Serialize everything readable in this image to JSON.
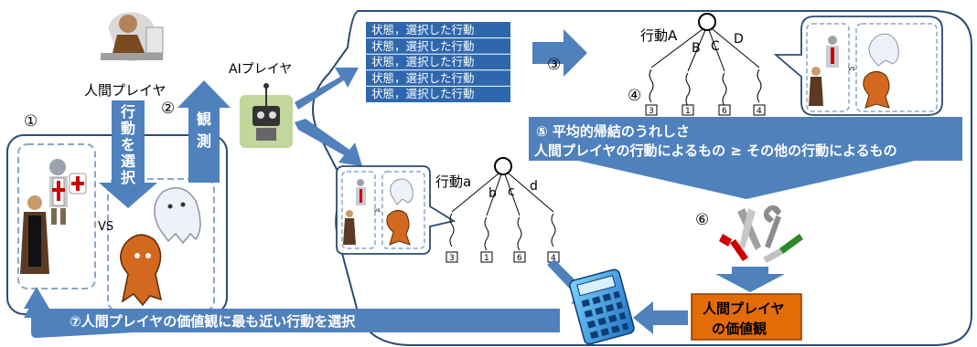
{
  "labels": {
    "human_player": "人間プレイヤ",
    "ai_player": "AIプレイヤ",
    "num1": "①",
    "num2": "②",
    "num3": "③",
    "num4": "④",
    "num6": "⑥",
    "observe": [
      "観",
      "測"
    ],
    "choose_action": [
      "行",
      "動",
      "を",
      "選",
      "択"
    ],
    "vs": "VS",
    "vs_small": "vs"
  },
  "state_action_list": [
    "状態，選択した行動",
    "状態，選択した行動",
    "状態，選択した行動",
    "状態，選択した行動",
    "状態，選択した行動"
  ],
  "tree_top": {
    "root_label": "行動A",
    "branches": [
      "B",
      "C",
      "D"
    ],
    "leaf_values": [
      "3",
      "1",
      "6",
      "4"
    ]
  },
  "tree_bottom": {
    "root_label": "行動a",
    "branches": [
      "b",
      "c",
      "d"
    ],
    "leaf_values": [
      "3",
      "1",
      "6",
      "4"
    ]
  },
  "banner5": {
    "line1": "⑤ 平均的帰結のうれしさ",
    "line2": "人間プレイヤの行動によるもの ≥ その他の行動によるもの"
  },
  "value_box": {
    "line1": "人間プレイヤ",
    "line2": "の価値観"
  },
  "bottom_arrow_text": "⑦人間プレイヤの価値観に最も近い行動を選択",
  "colors": {
    "arrow_blue": "#4f81bd",
    "list_blue": "#2e67ad",
    "outline_blue": "#2b4b73",
    "orange": "#e36c09"
  },
  "icons": [
    "person-at-desk-icon",
    "robot-icon",
    "knight-icon",
    "monk-icon",
    "ghost-icon",
    "tree-monster-icon",
    "tools-icon",
    "calculator-icon"
  ]
}
